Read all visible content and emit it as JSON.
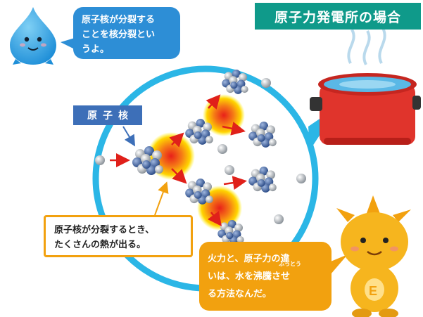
{
  "title": "原子力発電所の場合",
  "speech_top": {
    "lines": [
      "原子核が分裂する",
      "ことを核分裂とい",
      "うよ。"
    ]
  },
  "label_nucleus": "原子核",
  "heat_box": {
    "lines": [
      "原子核が分裂するとき、",
      "たくさんの熱が出る。"
    ]
  },
  "speech_bottom": {
    "lines": [
      "火力と、原子力の違",
      "いは、水を沸騰させ",
      "る方法なんだ。"
    ],
    "ruby": "ふっとう"
  },
  "colors": {
    "title_bg": "#0f9a8a",
    "blue_bubble": "#2d8ed6",
    "orange_bubble": "#f2a10f",
    "circle_ring": "#2bb6e6",
    "neutron_arrow": "#e0201a",
    "pot": "#e0342c"
  }
}
